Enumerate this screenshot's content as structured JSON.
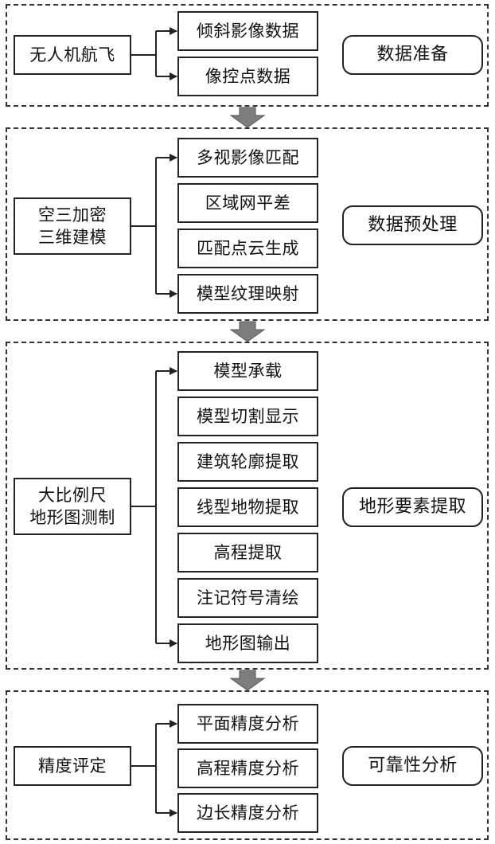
{
  "sections": [
    {
      "source": "无人机航飞",
      "steps": [
        "倾斜影像数据",
        "像控点数据"
      ],
      "stage_label": "数据准备"
    },
    {
      "source": "空三加密\n三维建模",
      "steps": [
        "多视影像匹配",
        "区域网平差",
        "匹配点云生成",
        "模型纹理映射"
      ],
      "stage_label": "数据预处理"
    },
    {
      "source": "大比例尺\n地形图测制",
      "steps": [
        "模型承载",
        "模型切割显示",
        "建筑轮廓提取",
        "线型地物提取",
        "高程提取",
        "注记符号清绘",
        "地形图输出"
      ],
      "stage_label": "地形要素提取"
    },
    {
      "source": "精度评定",
      "steps": [
        "平面精度分析",
        "高程精度分析",
        "边长精度分析"
      ],
      "stage_label": "可靠性分析"
    }
  ]
}
